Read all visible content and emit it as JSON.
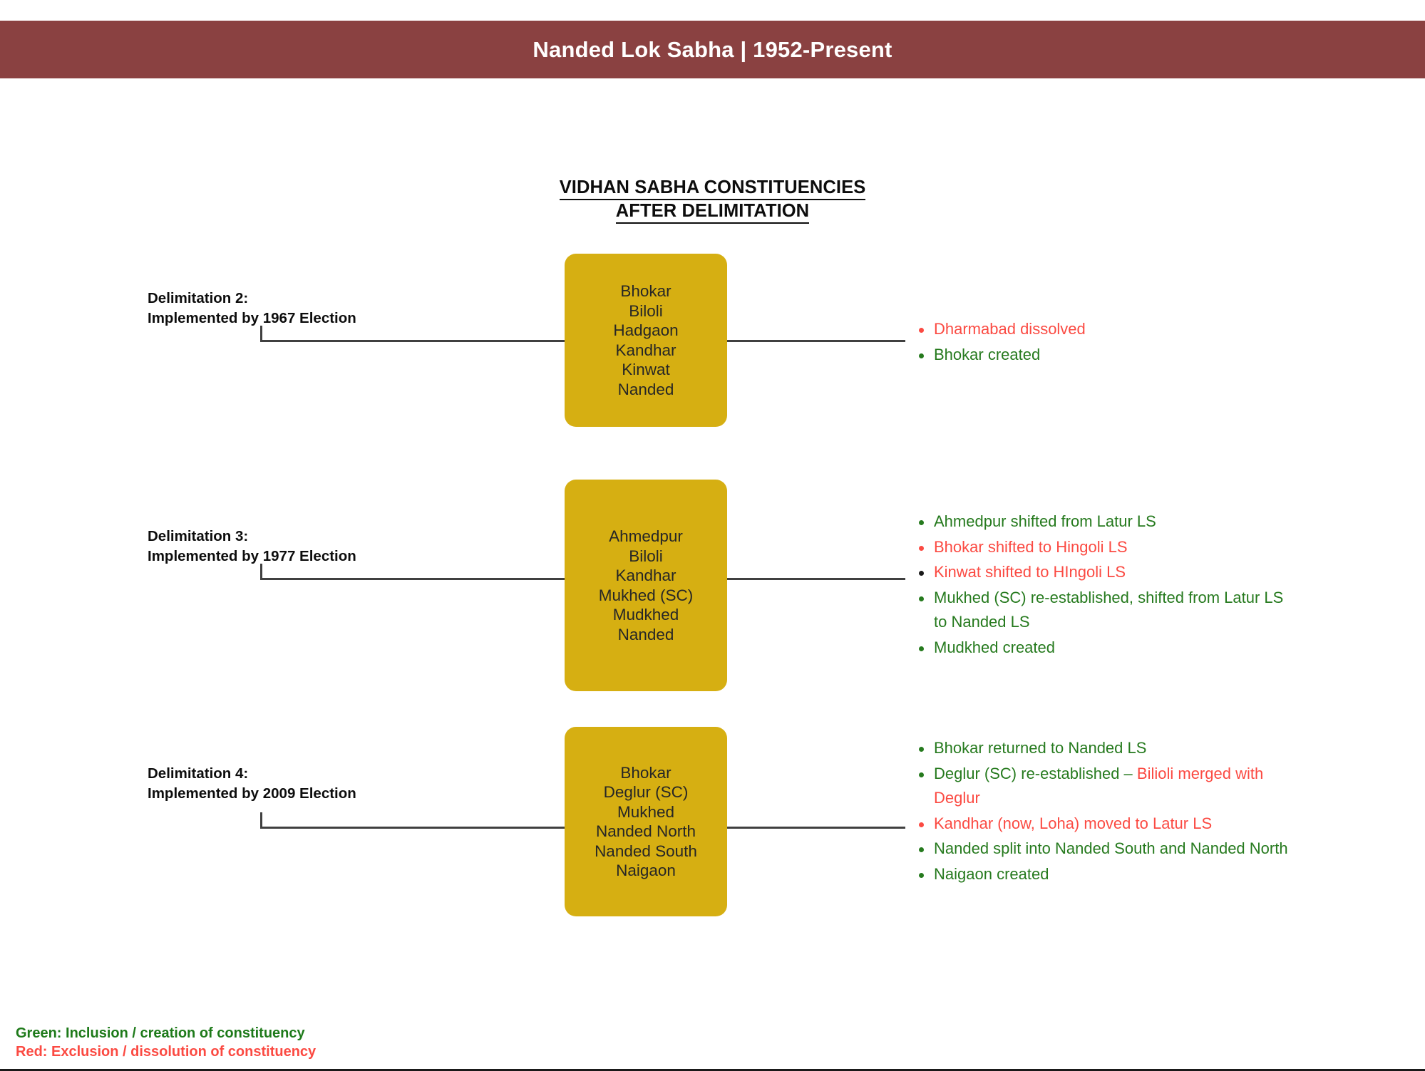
{
  "header": {
    "title": "Nanded Lok Sabha | 1952-Present",
    "background_color": "#8A4141",
    "text_color": "#FFFFFF"
  },
  "section_heading": {
    "line1": "VIDHAN SABHA CONSTITUENCIES",
    "line2": "AFTER DELIMITATION"
  },
  "palette": {
    "box_fill": "#D6AF12",
    "green": "#267A1E",
    "red": "#FB4A42",
    "black": "#191919",
    "connector": "#404040"
  },
  "delimitations": [
    {
      "label_line1": "Delimitation 2:",
      "label_line2": "Implemented by 1967 Election",
      "constituencies": [
        "Bhokar",
        "Biloli",
        "Hadgaon",
        "Kandhar",
        "Kinwat",
        "Nanded"
      ],
      "changes": [
        {
          "dot": "red",
          "segments": [
            {
              "text": "Dharmabad dissolved",
              "color": "red"
            }
          ]
        },
        {
          "dot": "green",
          "segments": [
            {
              "text": "Bhokar created",
              "color": "green"
            }
          ]
        }
      ]
    },
    {
      "label_line1": "Delimitation 3:",
      "label_line2": "Implemented by 1977 Election",
      "constituencies": [
        "Ahmedpur",
        "Biloli",
        "Kandhar",
        "Mukhed (SC)",
        "Mudkhed",
        "Nanded"
      ],
      "changes": [
        {
          "dot": "green",
          "segments": [
            {
              "text": "Ahmedpur shifted from Latur LS",
              "color": "green"
            }
          ]
        },
        {
          "dot": "red",
          "segments": [
            {
              "text": "Bhokar shifted to Hingoli LS",
              "color": "red"
            }
          ]
        },
        {
          "dot": "black",
          "segments": [
            {
              "text": "Kinwat shifted to HIngoli LS",
              "color": "red"
            }
          ]
        },
        {
          "dot": "green",
          "segments": [
            {
              "text": "Mukhed (SC) re-established, shifted from Latur LS to Nanded LS",
              "color": "green"
            }
          ]
        },
        {
          "dot": "green",
          "segments": [
            {
              "text": "Mudkhed created",
              "color": "green"
            }
          ]
        }
      ]
    },
    {
      "label_line1": "Delimitation 4:",
      "label_line2": "Implemented by 2009 Election",
      "constituencies": [
        "Bhokar",
        "Deglur (SC)",
        "Mukhed",
        "Nanded North",
        "Nanded South",
        "Naigaon"
      ],
      "changes": [
        {
          "dot": "green",
          "segments": [
            {
              "text": "Bhokar returned to Nanded LS",
              "color": "green"
            }
          ]
        },
        {
          "dot": "green",
          "segments": [
            {
              "text": "Deglur (SC) re-established – ",
              "color": "green"
            },
            {
              "text": "Bilioli merged with Deglur",
              "color": "red"
            }
          ]
        },
        {
          "dot": "red",
          "segments": [
            {
              "text": "Kandhar (now, Loha) moved to Latur LS",
              "color": "red"
            }
          ]
        },
        {
          "dot": "green",
          "segments": [
            {
              "text": "Nanded split into Nanded South and Nanded North",
              "color": "green"
            }
          ]
        },
        {
          "dot": "green",
          "segments": [
            {
              "text": "Naigaon created",
              "color": "green"
            }
          ]
        }
      ]
    }
  ],
  "legend": {
    "green_line": "Green: Inclusion / creation of constituency",
    "red_line": "Red: Exclusion / dissolution of constituency"
  }
}
